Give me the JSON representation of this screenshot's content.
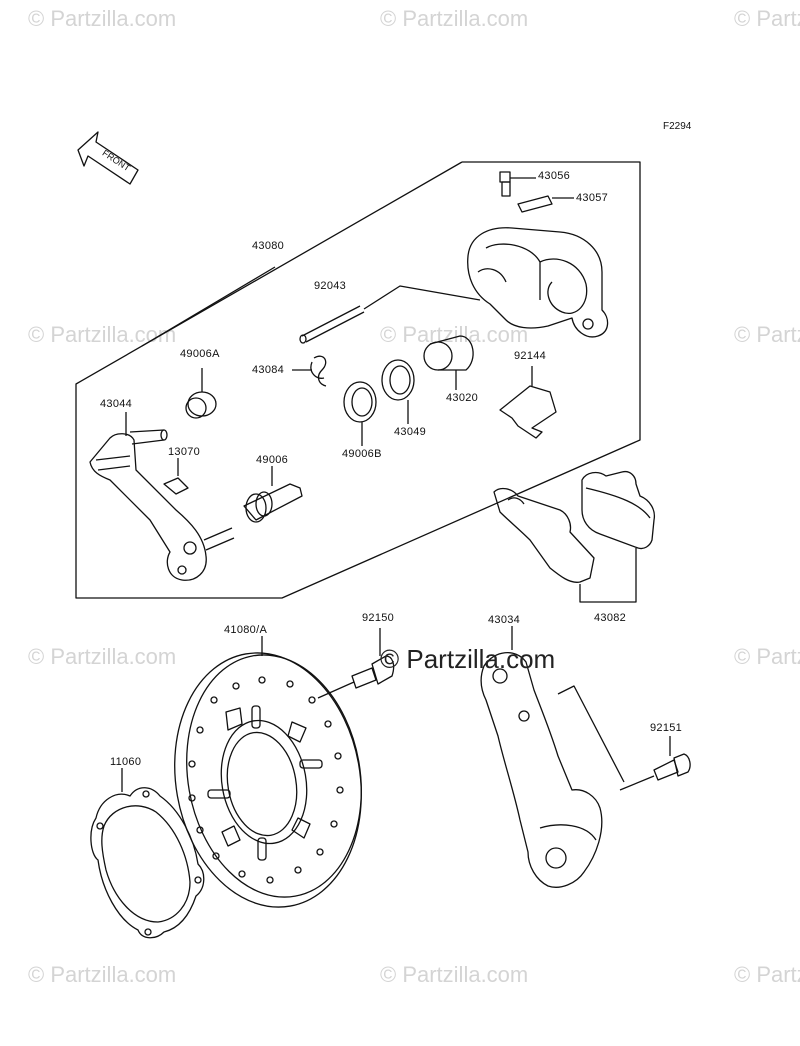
{
  "diagram": {
    "code": "F2294",
    "front_arrow_label": "FRONT",
    "center_watermark": "© Partzilla.com",
    "watermark_text": "© Partzilla.com"
  },
  "labels": {
    "p43056": "43056",
    "p43057": "43057",
    "p43080": "43080",
    "p92043": "92043",
    "p49006A": "49006A",
    "p43084": "43084",
    "p92144": "92144",
    "p43020": "43020",
    "p43044": "43044",
    "p43049": "43049",
    "p49006B": "49006B",
    "p13070": "13070",
    "p49006": "49006",
    "p43082": "43082",
    "p41080A": "41080/A",
    "p92150": "92150",
    "p43034": "43034",
    "p92151": "92151",
    "p11060": "11060"
  }
}
